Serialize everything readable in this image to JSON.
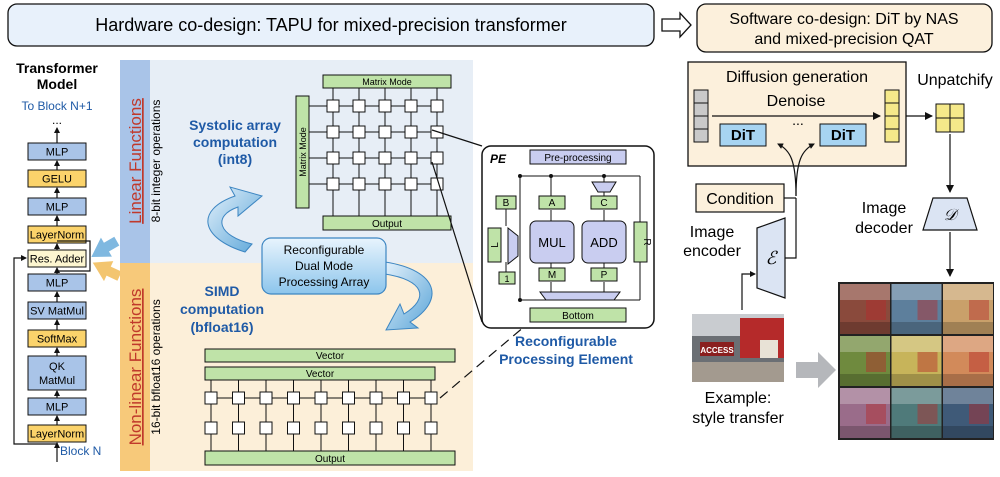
{
  "hw_banner": "Hardware co-design: TAPU for mixed-precision transformer",
  "sw_banner": [
    "Software co-design: DiT by NAS",
    "and mixed-precision QAT"
  ],
  "transformer": {
    "title": [
      "Transformer",
      "Model"
    ],
    "to_block": "To Block N+1",
    "ellipsis": "...",
    "block_n": "Block N",
    "blocks": [
      "MLP",
      "GELU",
      "MLP",
      "LayerNorm",
      "Res. Adder",
      "MLP",
      "SV MatMul",
      "SoftMax",
      "QK MatMul",
      "MLP",
      "LayerNorm"
    ]
  },
  "linear": {
    "title": "Linear Functions",
    "subtitle": "8-bit integer operations"
  },
  "nonlinear": {
    "title": "Non-linear Functions",
    "subtitle": "16-bit bfloat16 operations"
  },
  "systolic": {
    "caption": [
      "Systolic array",
      "computation",
      "(int8)"
    ],
    "matrix_mode_top": "Matrix Mode",
    "matrix_mode_side": "Matrix Mode",
    "output": "Output"
  },
  "dual_mode": [
    "Reconfigurable",
    "Dual Mode",
    "Processing Array"
  ],
  "simd": {
    "caption": [
      "SIMD",
      "computation",
      "(bfloat16)"
    ],
    "vector_top": "Vector",
    "vector_second": "Vector",
    "output": "Output"
  },
  "pe": {
    "tag": "PE",
    "preprocessing": "Pre-processing",
    "B": "B",
    "A": "A",
    "C": "C",
    "L": "L",
    "R": "R",
    "MUL": "MUL",
    "ADD": "ADD",
    "one": "1",
    "M": "M",
    "P": "P",
    "bottom": "Bottom",
    "caption": [
      "Reconfigurable",
      "Processing Element"
    ]
  },
  "diffusion": {
    "title": "Diffusion generation",
    "denoise": "Denoise",
    "dots": "...",
    "dit1": "DiT",
    "dit2": "DiT"
  },
  "unpatchify": "Unpatchify",
  "condition": "Condition",
  "image_encoder": [
    "Image",
    "encoder"
  ],
  "encoder_symbol": "ℰ",
  "image_decoder": [
    "Image",
    "decoder"
  ],
  "decoder_symbol": "𝒟",
  "example": [
    "Example:",
    "style transfer"
  ],
  "sample_photo_text": "ACCESS",
  "colors": {
    "banner_hw": "#e8f1fb",
    "banner_sw": "#fcf0dc",
    "linear_bg": "#e7eef6",
    "nonlinear_bg": "#fcefd9",
    "block_mlp": "#a9c4e8",
    "block_norm": "#fbd36b",
    "accent_blue": "#1f5aa6",
    "accent_red": "#c0392b",
    "pe_green": "#bfe3a8",
    "pe_purple": "#c9cdf0",
    "dit_blue": "#a7d4f2"
  }
}
